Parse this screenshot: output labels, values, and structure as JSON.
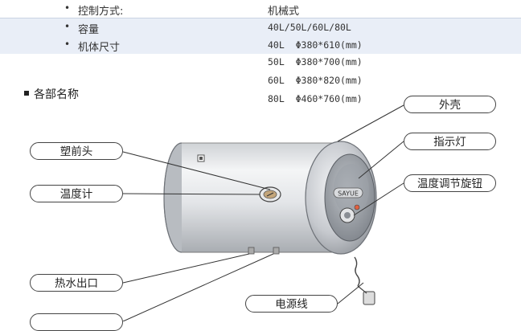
{
  "specs": [
    {
      "label": "控制方式:",
      "value": "机械式"
    },
    {
      "label": "容量",
      "value": "40L/50L/60L/80L"
    },
    {
      "label": "机体尺寸",
      "value": "40L  Φ380*610(mm)"
    }
  ],
  "bullet": "•",
  "extra_sizes": [
    "50L  Φ380*700(mm)",
    "60L  Φ380*820(mm)",
    "80L  Φ460*760(mm)"
  ],
  "section_title": "各部名称",
  "callouts": {
    "shell": "外壳",
    "indicator": "指示灯",
    "temp_knob": "温度调节旋钮",
    "plastic_head": "塑前头",
    "thermometer": "温度计",
    "hot_water_outlet": "热水出口",
    "power_cord": "电源线"
  },
  "brand_badge": "SAYUE"
}
